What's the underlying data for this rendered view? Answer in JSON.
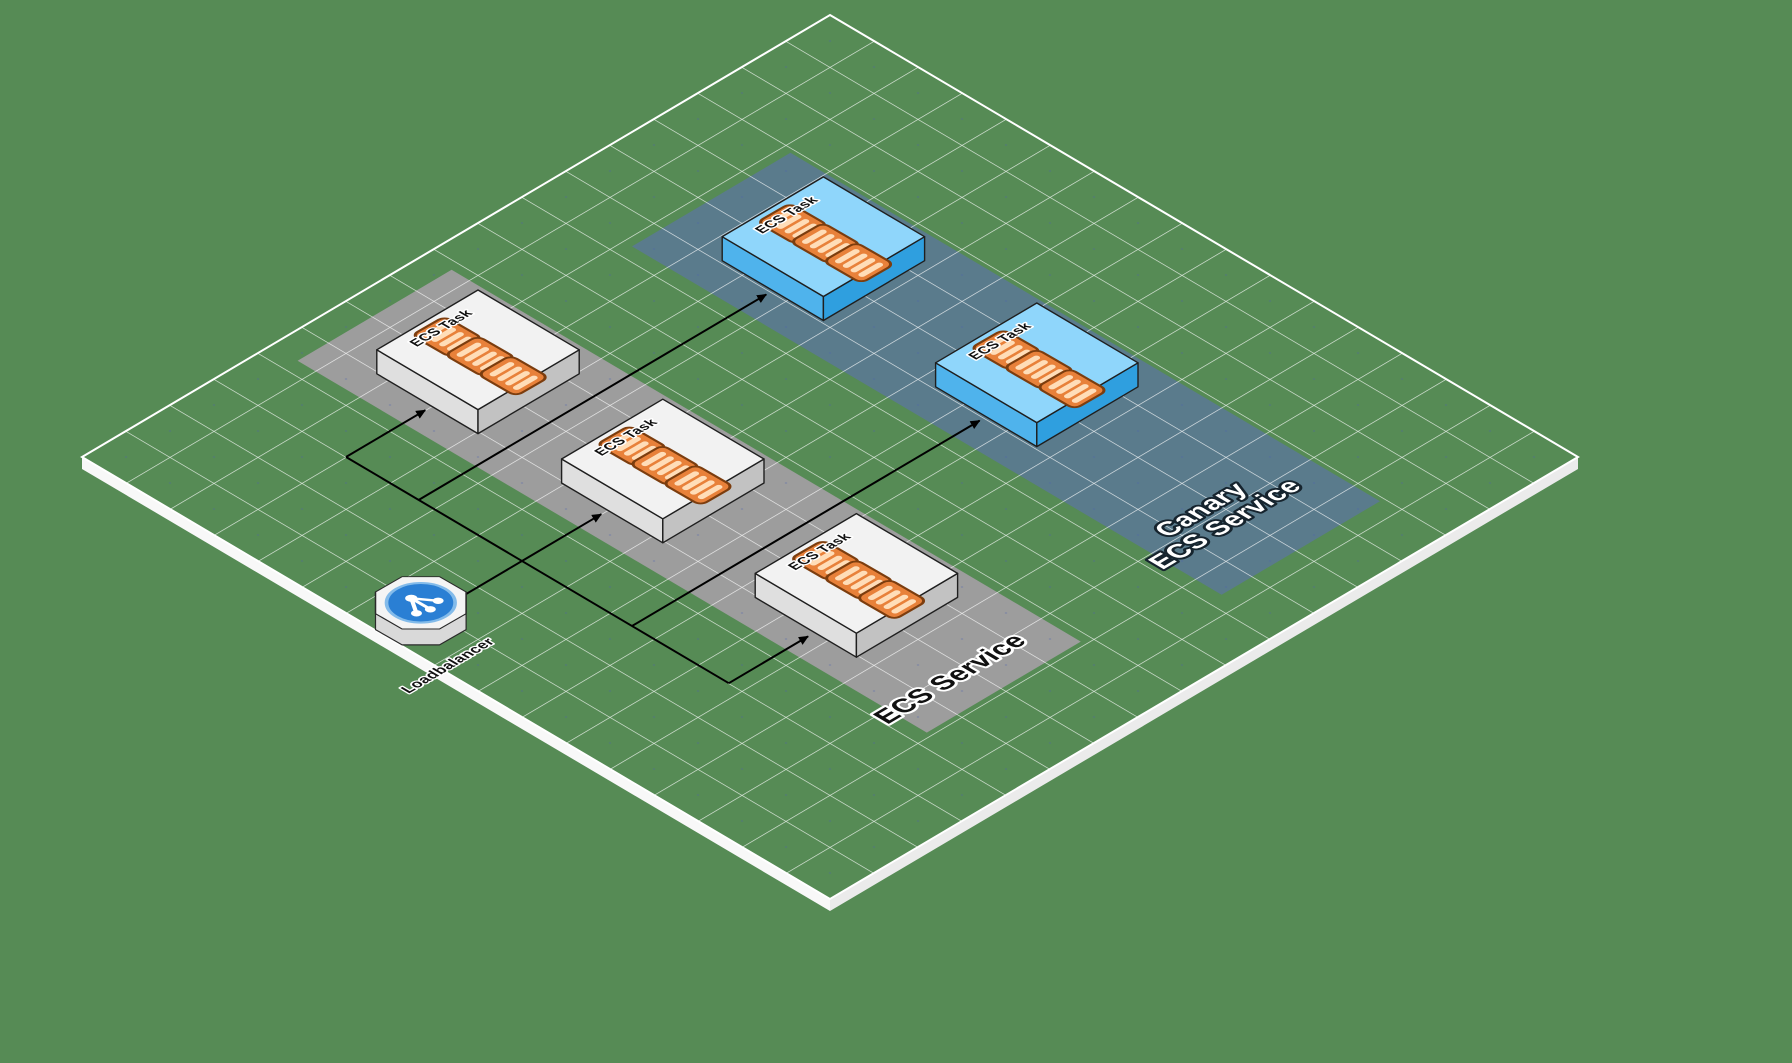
{
  "diagram": {
    "type": "isometric-architecture",
    "zones": {
      "service": {
        "label": "ECS Service"
      },
      "canary": {
        "label_line1": "Canary",
        "label_line2": "ECS Service"
      }
    },
    "tasks": [
      {
        "label": "ECS Task",
        "zone": "ECS Service"
      },
      {
        "label": "ECS Task",
        "zone": "ECS Service"
      },
      {
        "label": "ECS Task",
        "zone": "ECS Service"
      },
      {
        "label": "ECS Task",
        "zone": "Canary ECS Service"
      },
      {
        "label": "ECS Task",
        "zone": "Canary ECS Service"
      }
    ],
    "loadbalancer": {
      "label": "Loadbalancer"
    },
    "icons": {
      "task_icon": "container-icon",
      "loadbalancer_icon": "share-network-icon"
    },
    "colors": {
      "background": "#568b55",
      "grid_line": "#ffffff",
      "grid_dot": "#4a5fb0",
      "plane_edge": "#ffffff",
      "slab_left": "#f8f8f8",
      "slab_right": "#ebebeb",
      "zone_service_fill": "#9d9d9d",
      "zone_canary_fill": "#5a7b8c",
      "task_top": "#f2f2f2",
      "task_left": "#dfdfdf",
      "task_right": "#c2c2c2",
      "canary_task_top": "#8fd6fb",
      "canary_task_left": "#4fb3ec",
      "canary_task_right": "#2f9fdf",
      "container_body": "#e8813a",
      "container_stripe": "#ffddb8",
      "arrow": "#000000",
      "lb_top": "#f4f4f4",
      "lb_side": "#d9d9d9",
      "lb_disc": "#2a7fd4",
      "lb_disc_ring": "#83bbea",
      "lb_glyph": "#ffffff"
    }
  }
}
